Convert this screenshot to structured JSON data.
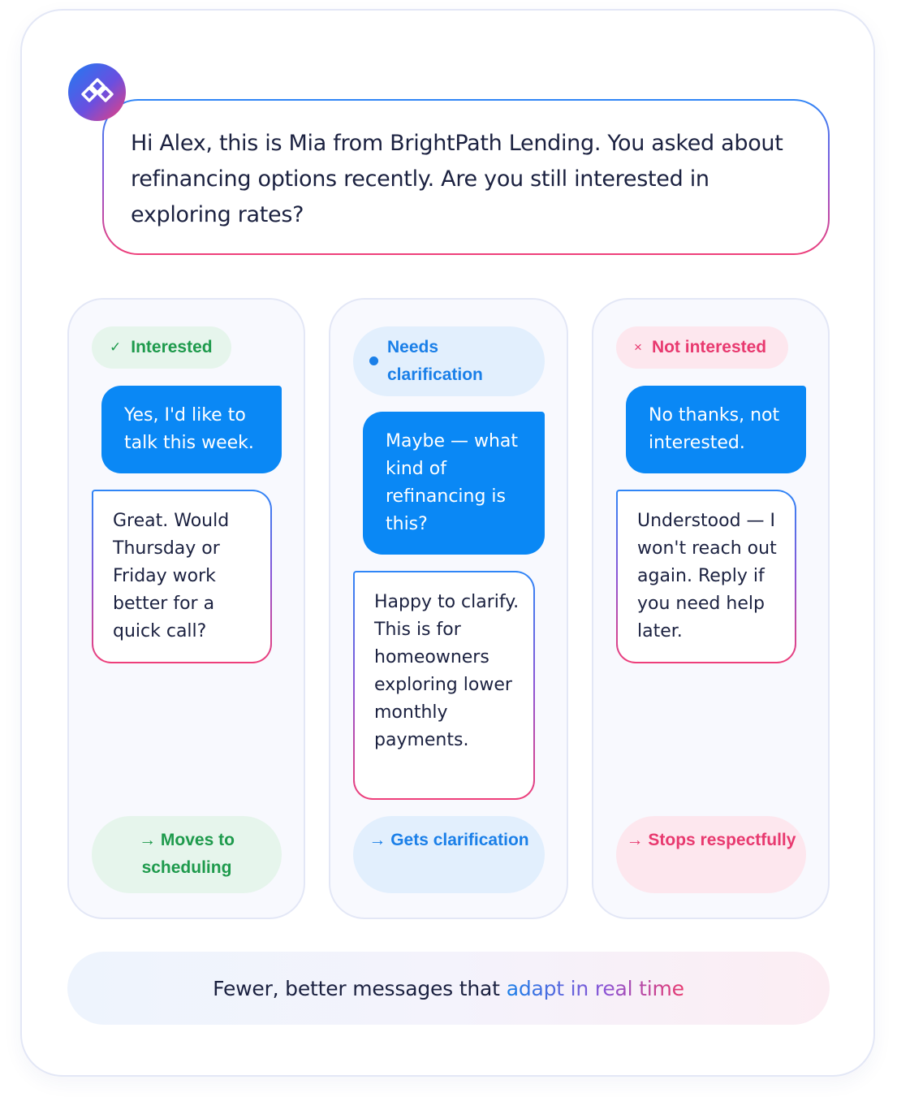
{
  "intro_message": "Hi Alex, this is Mia from BrightPath Lending. You asked about refinancing options recently. Are you still interested in exploring rates?",
  "avatar_icon": "brand-logo-icon",
  "colors": {
    "brand_blue": "#0a88f5",
    "green": "#1e9a4c",
    "blue": "#1a7fe8",
    "red": "#e8396f"
  },
  "columns": [
    {
      "tag_icon": "✓",
      "tag": "Interested",
      "user_reply": "Yes, I'd like to talk this week.",
      "bot_reply": "Great. Would Thursday or Friday work better for a quick call?",
      "outcome": "→ Moves to scheduling"
    },
    {
      "tag_icon": "•",
      "tag": "Needs clarification",
      "user_reply": "Maybe — what kind of refinancing is this?",
      "bot_reply": "Happy to clarify. This is for homeowners exploring lower monthly payments.",
      "outcome": "→ Gets clarification"
    },
    {
      "tag_icon": "×",
      "tag": "Not interested",
      "user_reply": "No thanks, not interested.",
      "bot_reply": "Understood — I won't reach out again. Reply if you need help later.",
      "outcome": "→ Stops respectfully"
    }
  ],
  "footer": {
    "text": "Fewer, better messages that",
    "highlight": "adapt in real time"
  }
}
